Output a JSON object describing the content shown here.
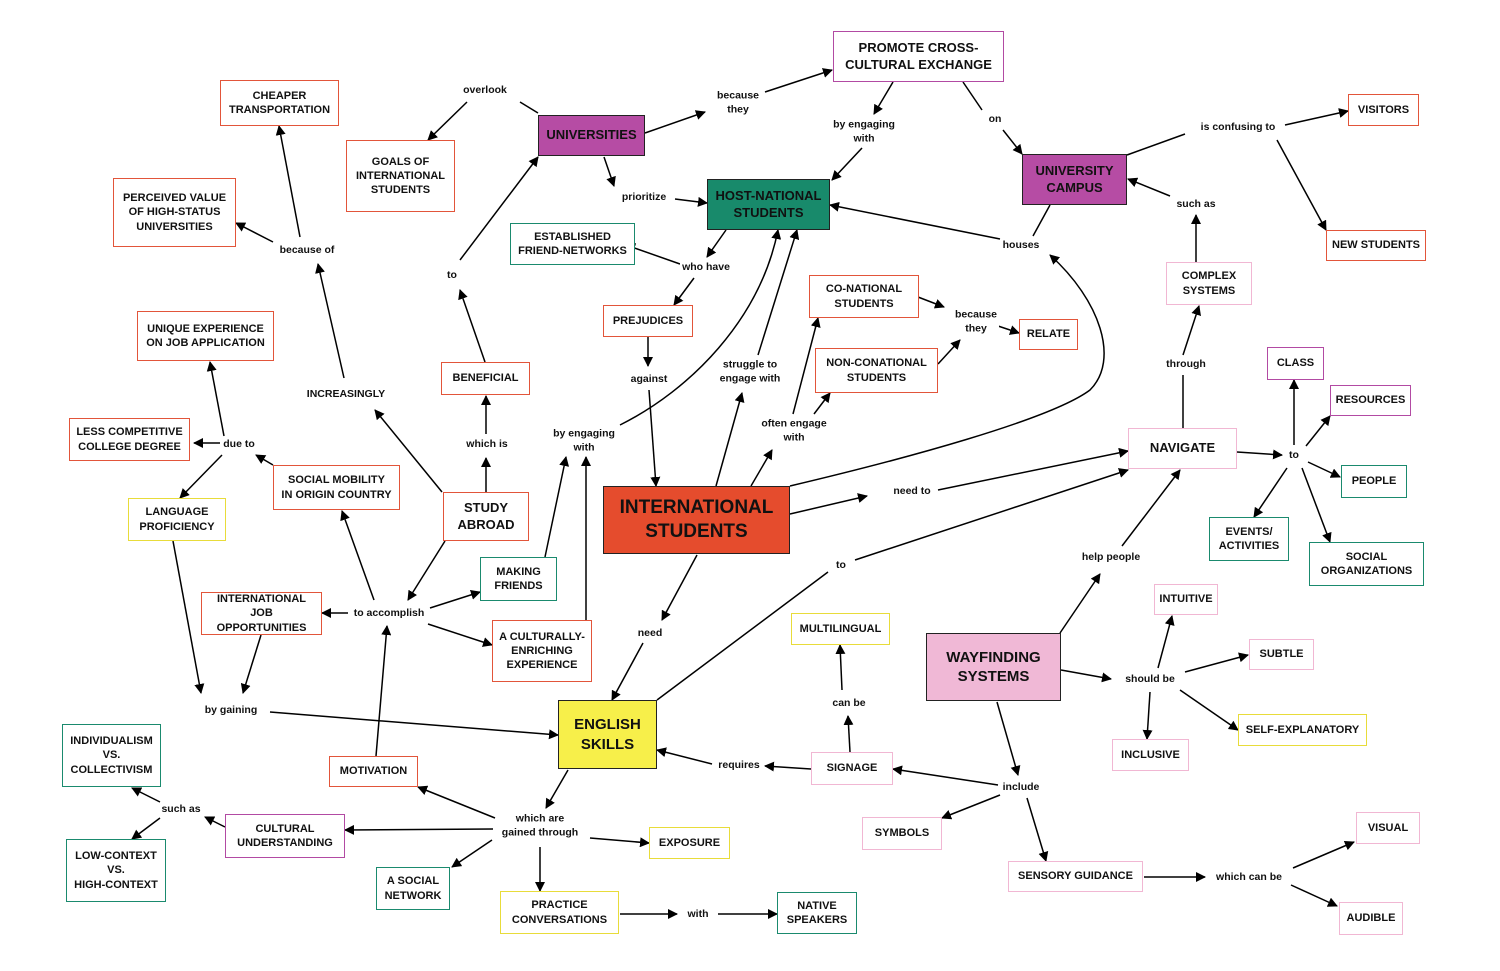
{
  "nodes": {
    "cheaper_transportation": "CHEAPER\nTRANSPORTATION",
    "perceived_value": "PERCEIVED VALUE\nOF HIGH-STATUS\nUNIVERSITIES",
    "goals_of_intl": "GOALS OF\nINTERNATIONAL\nSTUDENTS",
    "universities": "UNIVERSITIES",
    "promote_exchange": "PROMOTE CROSS-\nCULTURAL EXCHANGE",
    "host_national": "HOST-NATIONAL\nSTUDENTS",
    "university_campus": "UNIVERSITY\nCAMPUS",
    "visitors": "VISITORS",
    "new_students": "NEW STUDENTS",
    "established_friend": "ESTABLISHED\nFRIEND-NETWORKS",
    "unique_experience": "UNIQUE EXPERIENCE\nON JOB APPLICATION",
    "co_national": "CO-NATIONAL\nSTUDENTS",
    "relate": "RELATE",
    "prejudices": "PREJUDICES",
    "non_conational": "NON-CONATIONAL\nSTUDENTS",
    "complex_systems": "COMPLEX\nSYSTEMS",
    "less_competitive": "LESS COMPETITIVE\nCOLLEGE DEGREE",
    "beneficial": "BENEFICIAL",
    "class": "CLASS",
    "resources": "RESOURCES",
    "social_mobility": "SOCIAL MOBILITY\nIN ORIGIN COUNTRY",
    "navigate": "NAVIGATE",
    "people": "PEOPLE",
    "language_proficiency": "LANGUAGE\nPROFICIENCY",
    "study_abroad": "STUDY\nABROAD",
    "international_students": "INTERNATIONAL\nSTUDENTS",
    "events": "EVENTS/\nACTIVITIES",
    "social_orgs": "SOCIAL\nORGANIZATIONS",
    "making_friends": "MAKING\nFRIENDS",
    "intl_job": "INTERNATIONAL\nJOB OPPORTUNITIES",
    "intuitive": "INTUITIVE",
    "multilingual": "MULTILINGUAL",
    "culturally_enriching": "A CULTURALLY-\nENRICHING\nEXPERIENCE",
    "wayfinding": "WAYFINDING\nSYSTEMS",
    "subtle": "SUBTLE",
    "english_skills": "ENGLISH\nSKILLS",
    "self_explanatory": "SELF-EXPLANATORY",
    "individualism": "INDIVIDUALISM\nVS.\nCOLLECTIVISM",
    "inclusive": "INCLUSIVE",
    "motivation": "MOTIVATION",
    "signage": "SIGNAGE",
    "cultural_understanding": "CULTURAL\nUNDERSTANDING",
    "symbols": "SYMBOLS",
    "exposure": "EXPOSURE",
    "visual": "VISUAL",
    "low_context": "LOW-CONTEXT\nVS.\nHIGH-CONTEXT",
    "social_network": "A SOCIAL\nNETWORK",
    "sensory_guidance": "SENSORY GUIDANCE",
    "practice_conversations": "PRACTICE\nCONVERSATIONS",
    "native_speakers": "NATIVE\nSPEAKERS",
    "audible": "AUDIBLE"
  },
  "labels": {
    "overlook": "overlook",
    "because_they_1": "because\nthey",
    "by_engaging_with_1": "by engaging\nwith",
    "on": "on",
    "is_confusing_to": "is confusing to",
    "prioritize": "prioritize",
    "because_of": "because of",
    "who_have": "who have",
    "houses": "houses",
    "such_as_1": "such as",
    "to_1": "to",
    "because_they_2": "because\nthey",
    "against": "against",
    "struggle_to": "struggle to\nengage with",
    "through": "through",
    "increasingly": "INCREASINGLY",
    "often_engage": "often engage\nwith",
    "by_engaging_with_2": "by engaging\nwith",
    "which_is": "which is",
    "due_to": "due to",
    "to_2": "to",
    "need_to": "need to",
    "to_accomplish": "to accomplish",
    "help_people": "help people",
    "to_3": "to",
    "need": "need",
    "can_be": "can be",
    "should_be": "should be",
    "by_gaining": "by gaining",
    "requires": "requires",
    "include": "include",
    "such_as_2": "such as",
    "which_are": "which are\ngained through",
    "which_can_be": "which can be",
    "with": "with"
  },
  "colors": {
    "red": "#e54c2d",
    "teal": "#188a6b",
    "purple": "#b64ca4",
    "yellow": "#f7ef4a",
    "pink": "#f0b8d6"
  }
}
